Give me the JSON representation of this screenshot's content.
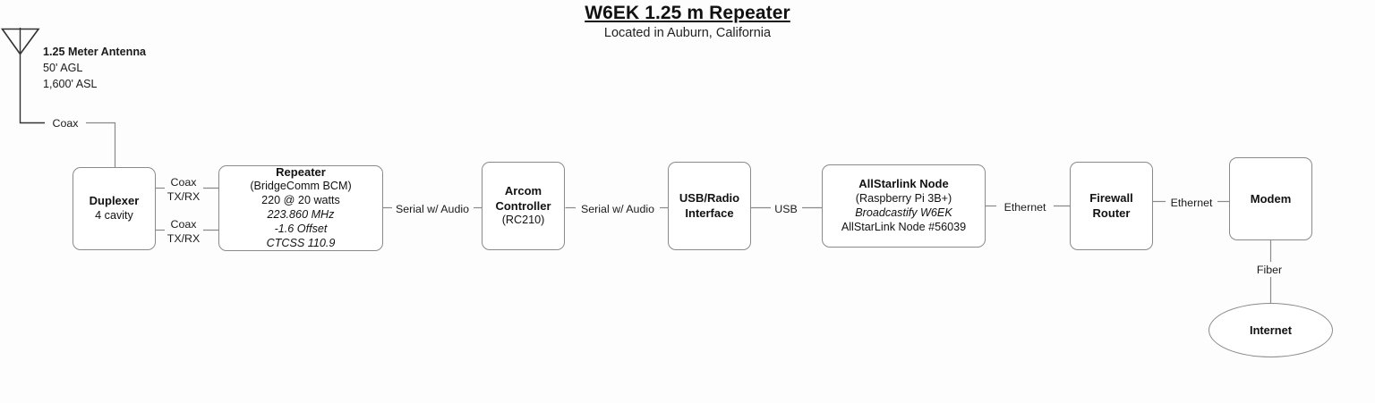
{
  "header": {
    "title": "W6EK 1.25 m Repeater",
    "subtitle": "Located in Auburn, California"
  },
  "antenna": {
    "icon": "antenna-triangle-icon",
    "name": "1.25 Meter Antenna",
    "agl": "50' AGL",
    "asl": "1,600' ASL"
  },
  "nodes": {
    "duplexer": {
      "line1": "Duplexer",
      "line2": "4 cavity"
    },
    "repeater": {
      "line1": "Repeater",
      "line2": "(BridgeComm BCM)",
      "line3": "220 @ 20 watts",
      "line4": "223.860 MHz",
      "line5": "-1.6 Offset",
      "line6": "CTCSS 110.9"
    },
    "arcom": {
      "line1": "Arcom",
      "line2": "Controller",
      "line3": "(RC210)"
    },
    "usb_radio": {
      "line1": "USB/Radio",
      "line2": "Interface"
    },
    "allstarlink": {
      "line1": "AllStarlink Node",
      "line2": "(Raspberry Pi 3B+)",
      "line3": "Broadcastify W6EK",
      "line4": "AllStarLink Node #56039"
    },
    "firewall": {
      "line1": "Firewall",
      "line2": "Router"
    },
    "modem": {
      "line1": "Modem"
    },
    "internet": {
      "line1": "Internet"
    }
  },
  "links": {
    "antenna_to_duplexer": "Coax",
    "duplexer_repeater_top_l1": "Coax",
    "duplexer_repeater_top_l2": "TX/RX",
    "duplexer_repeater_bot_l1": "Coax",
    "duplexer_repeater_bot_l2": "TX/RX",
    "repeater_to_arcom": "Serial w/ Audio",
    "arcom_to_usb": "Serial w/ Audio",
    "usb_to_node": "USB",
    "node_to_firewall": "Ethernet",
    "firewall_to_modem": "Ethernet",
    "modem_to_internet": "Fiber"
  },
  "colors": {
    "stroke": "#8a8a8a",
    "text": "#1a1a1a",
    "background": "#fdfdfd"
  }
}
